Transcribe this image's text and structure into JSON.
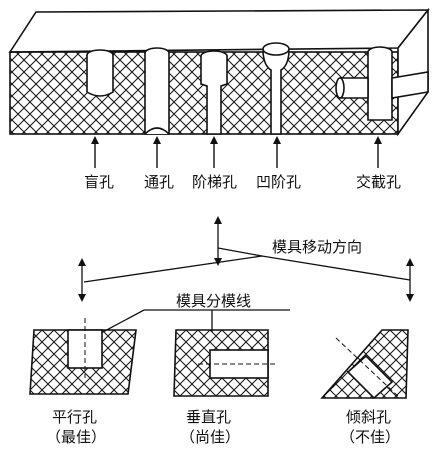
{
  "top_labels": {
    "blind": "盲孔",
    "through": "通孔",
    "stepped": "阶梯孔",
    "concave_stepped": "凹阶孔",
    "cross": "交截孔"
  },
  "middle_labels": {
    "mold_direction": "模具移动方向",
    "parting_line": "模具分模线"
  },
  "bottom_labels": {
    "parallel": "平行孔",
    "parallel_note": "（最佳）",
    "vertical": "垂直孔",
    "vertical_note": "（尚佳）",
    "oblique": "倾斜孔",
    "oblique_note": "（不佳）"
  },
  "colors": {
    "ink": "#111111",
    "background": "#ffffff"
  }
}
